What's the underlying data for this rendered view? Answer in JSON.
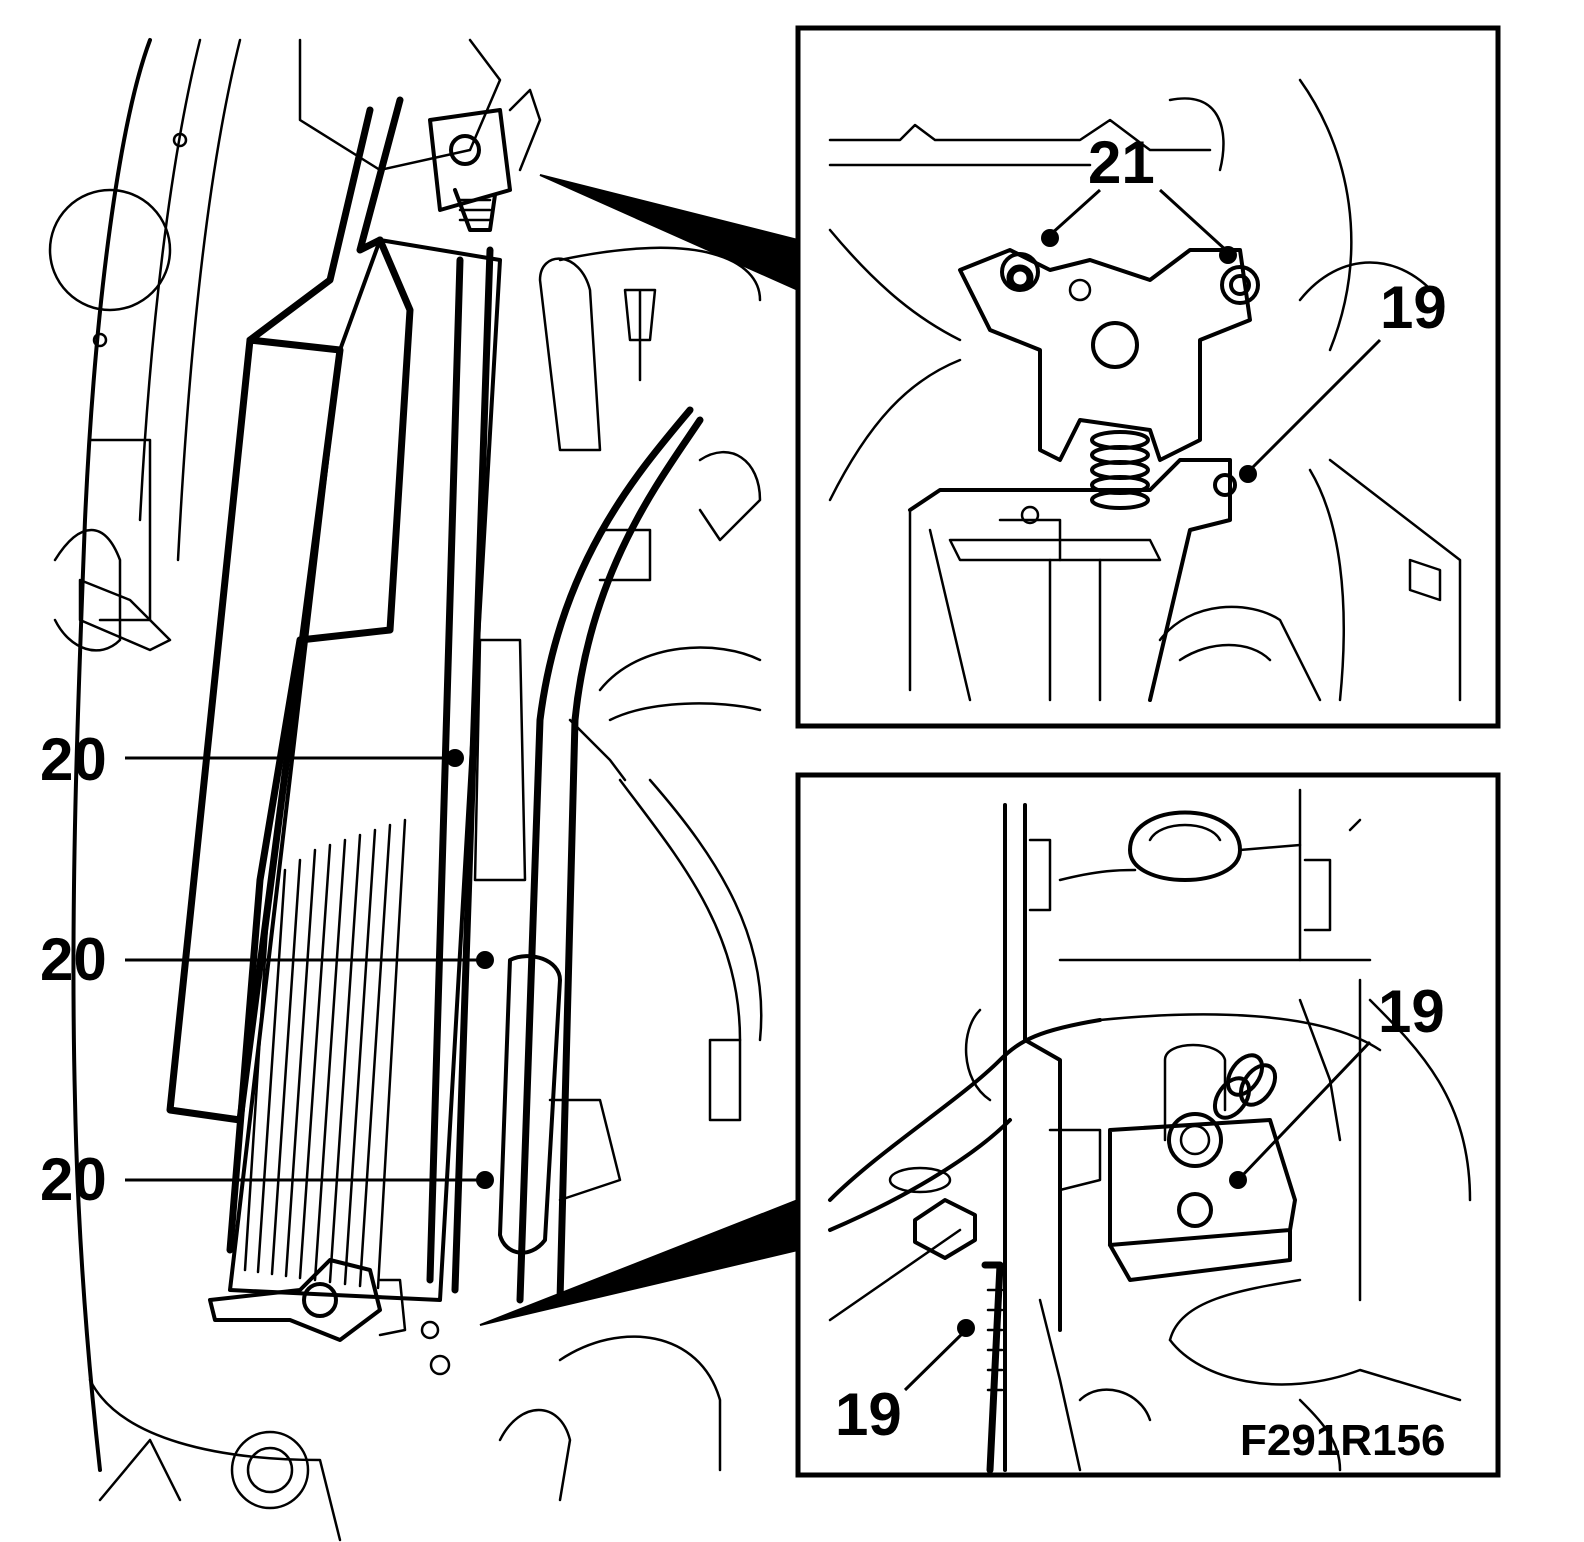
{
  "figure_id": "F291R156",
  "callouts": {
    "c20_top": "20",
    "c20_mid": "20",
    "c20_bot": "20",
    "c21": "21",
    "c19_upper_inset": "19",
    "c19_lower_inset_right": "19",
    "c19_lower_inset_left": "19"
  }
}
